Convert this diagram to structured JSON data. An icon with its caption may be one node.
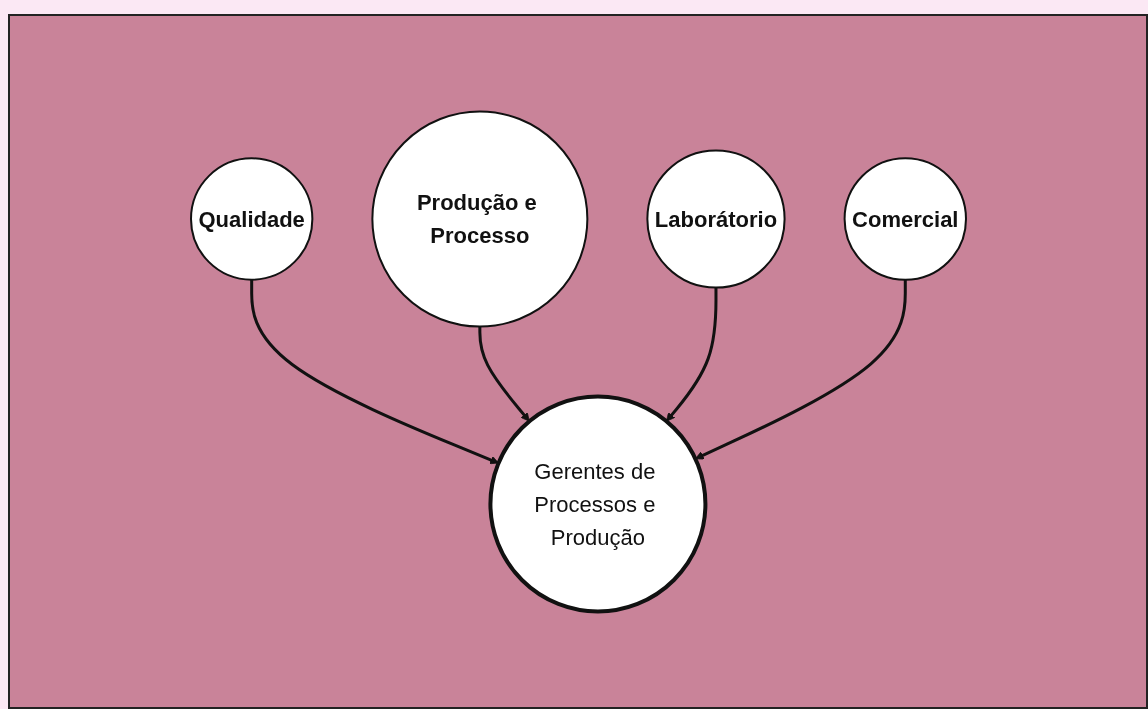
{
  "diagram": {
    "nodes": [
      {
        "text": [
          "Qualidade"
        ]
      },
      {
        "text": [
          "Produção e Processo"
        ]
      },
      {
        "text": [
          "Gerentes de Processos e Produção"
        ]
      },
      {
        "text": [
          "Laborátorio"
        ]
      },
      {
        "text": [
          "Comercial"
        ]
      }
    ],
    "edges": [
      {
        "from": 0,
        "to": 2,
        "arrow": "to"
      },
      {
        "from": 1,
        "to": 2,
        "arrow": "to"
      },
      {
        "from": 3,
        "to": 2,
        "arrow": "to"
      },
      {
        "from": 4,
        "to": 2,
        "arrow": "to"
      }
    ]
  }
}
